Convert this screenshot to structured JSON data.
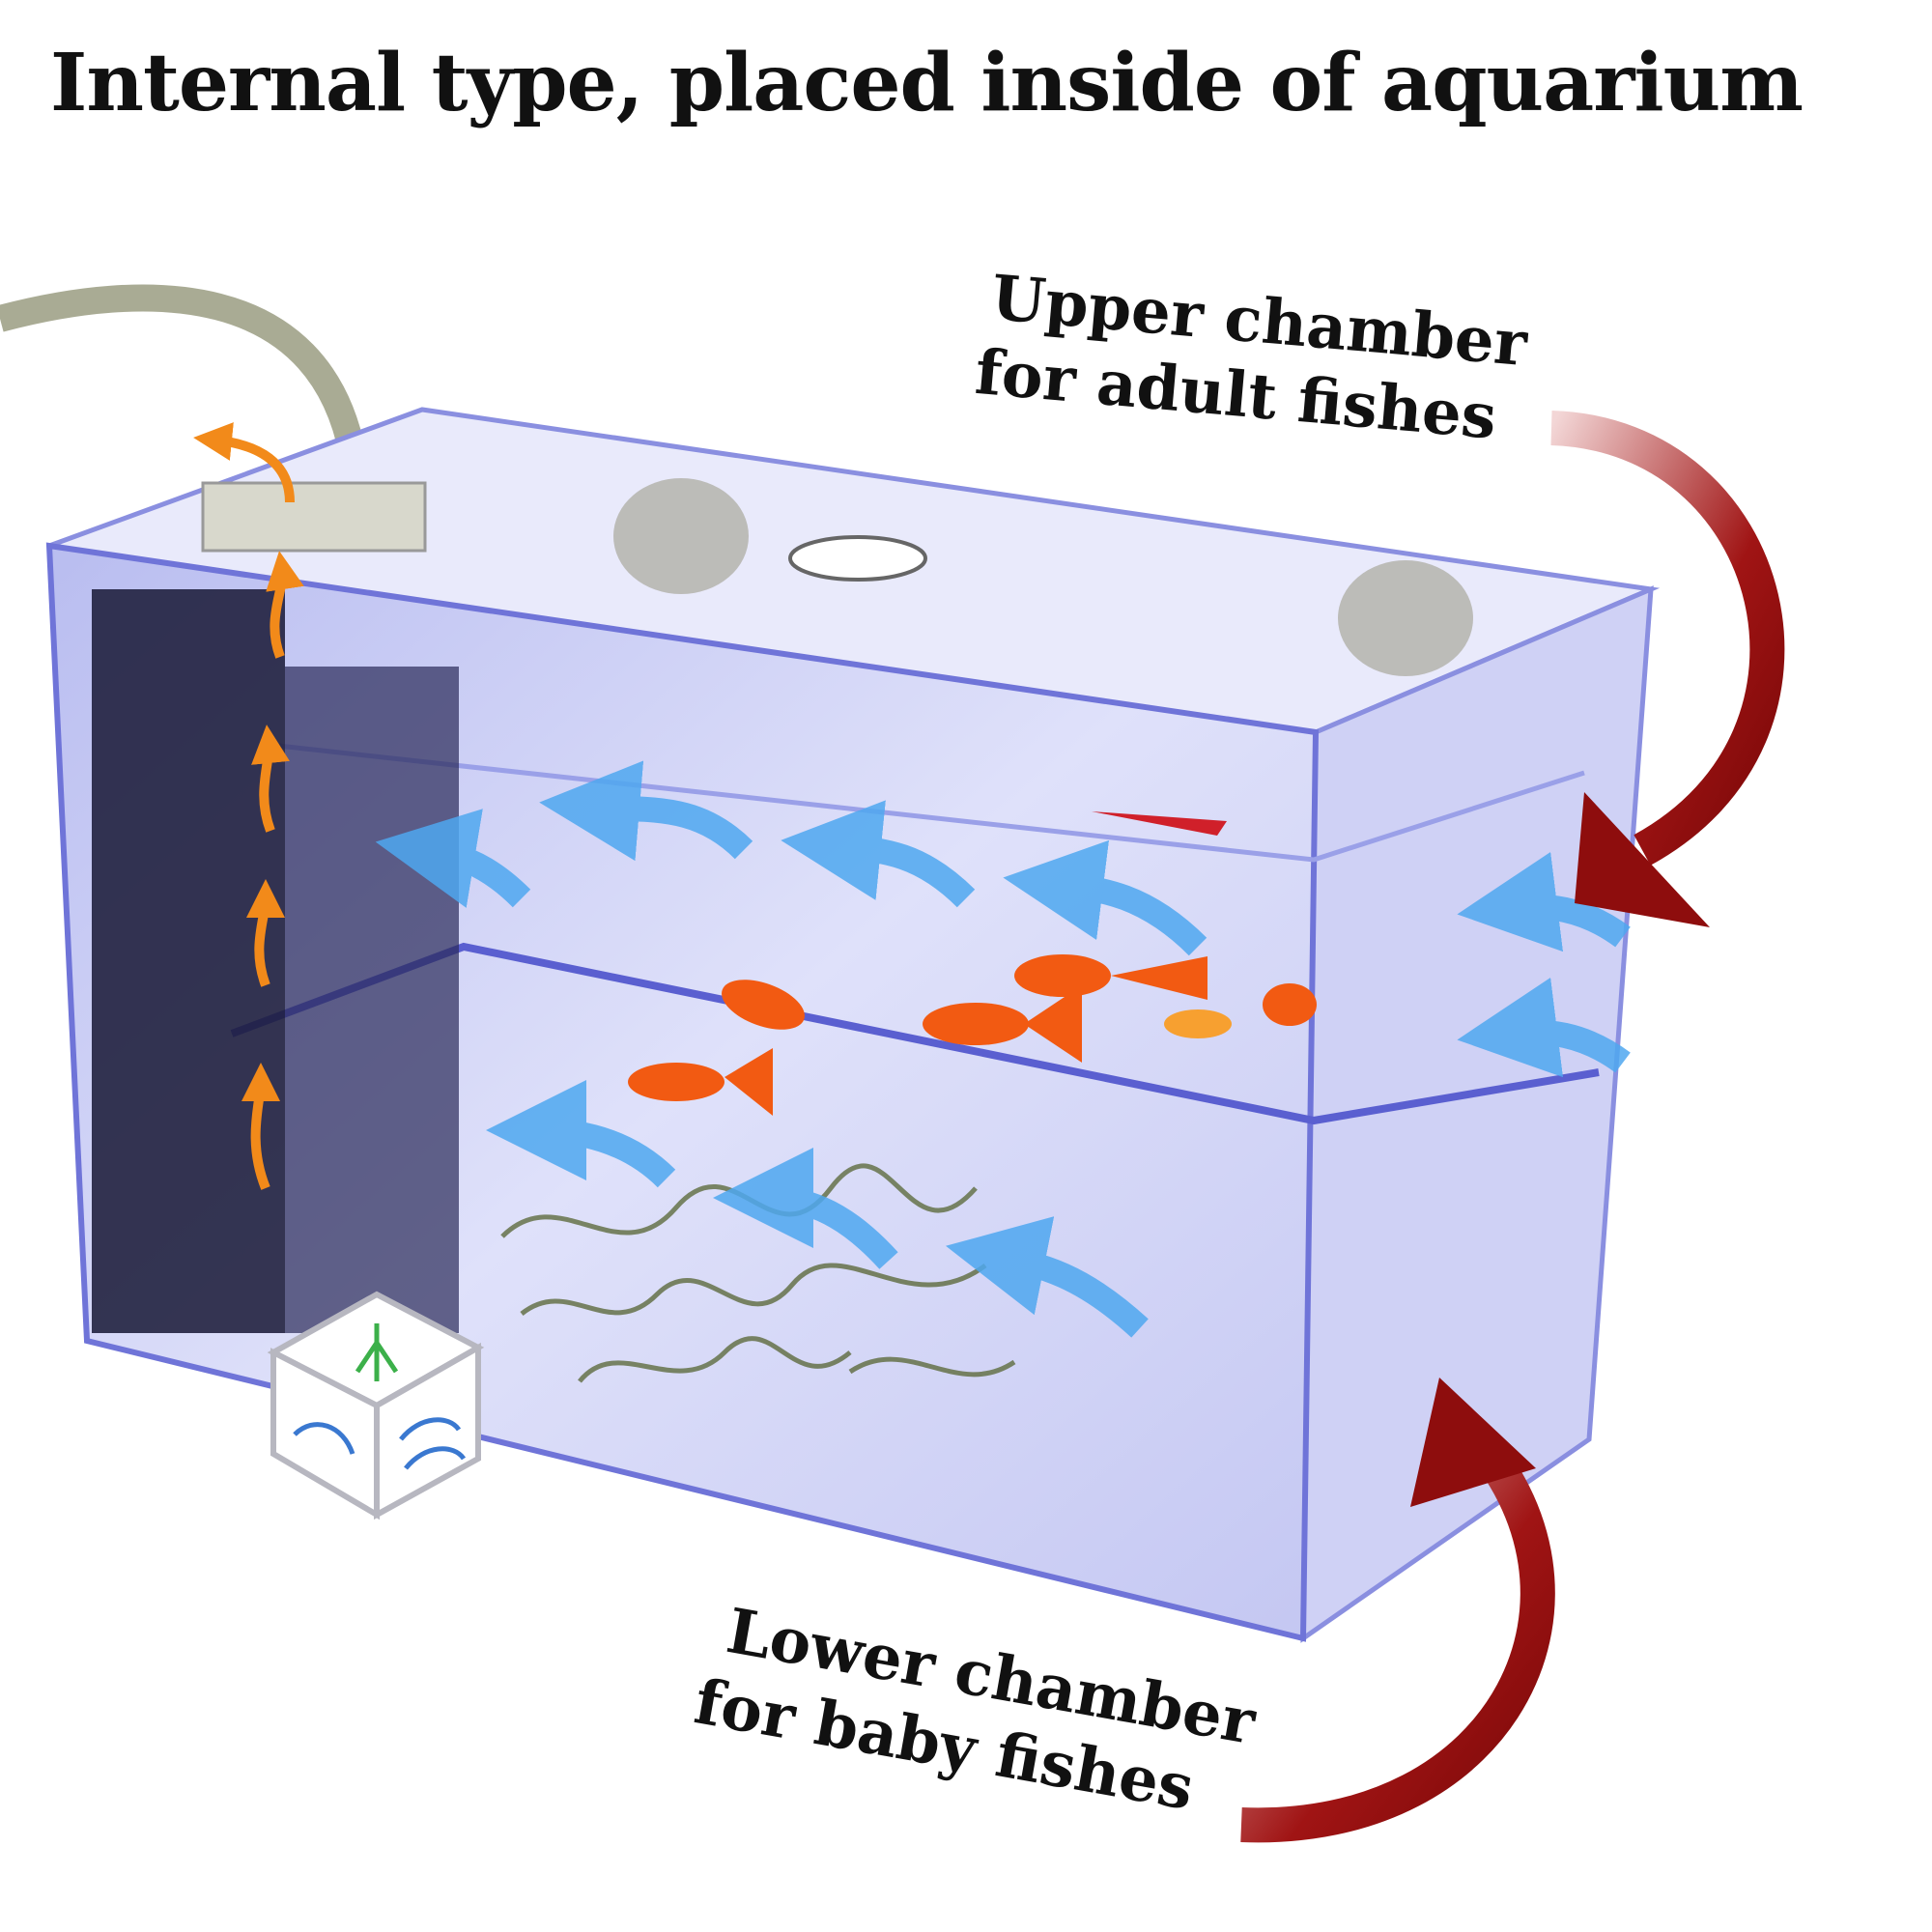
{
  "title": "Internal type, placed inside of aquarium",
  "upper_label": {
    "line1": "Upper chamber",
    "line2": "for adult fishes"
  },
  "lower_label": {
    "line1": "Lower chamber",
    "line2": "for baby fishes"
  },
  "colors": {
    "water": "#c9ccf2",
    "tank_edge": "#6f74d8",
    "sponge": "#1c1c3a",
    "fish": "#f25a12",
    "flow_arrow": "#4fa8f0",
    "air_arrow": "#f28a1a",
    "callout_arrow": "#8e0d0d"
  }
}
